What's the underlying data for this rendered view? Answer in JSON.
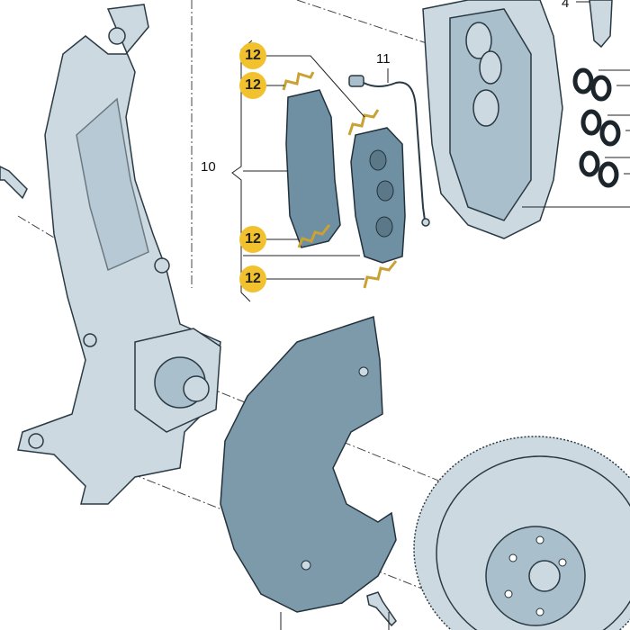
{
  "diagram": {
    "callouts": {
      "caliper_bolt": "4",
      "pad_set": "10",
      "wear_sensor": "11",
      "pad_clip_1": "12",
      "pad_clip_2": "12",
      "pad_clip_3": "12",
      "pad_clip_4": "12"
    },
    "colors": {
      "highlight_badge": "#f2c22e",
      "part_fill": "#cdd9e1",
      "pad_fill": "#6f8fa2"
    }
  }
}
